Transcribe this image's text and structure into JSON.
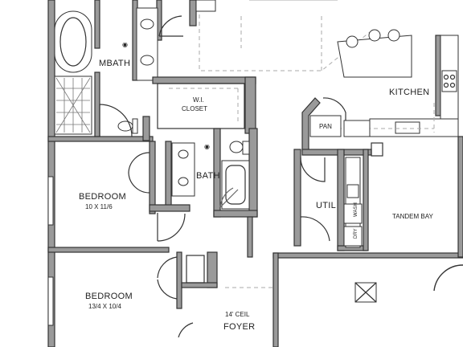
{
  "rooms": {
    "mbath": "MBATH",
    "closet_line1": "W.I.",
    "closet_line2": "CLOSET",
    "kitchen": "KITCHEN",
    "pan": "PAN",
    "bath": "BATH",
    "bedroom1": "BEDROOM",
    "bedroom1_dim": "10 X 11/6",
    "util": "UTIL",
    "tandem_bay": "TANDEM BAY",
    "bedroom2": "BEDROOM",
    "bedroom2_dim": "13/4 X 10/4",
    "foyer_ceiling": "14' CEIL",
    "foyer": "FOYER"
  },
  "appliances": {
    "washer": "WASH",
    "dryer": "DRY"
  }
}
